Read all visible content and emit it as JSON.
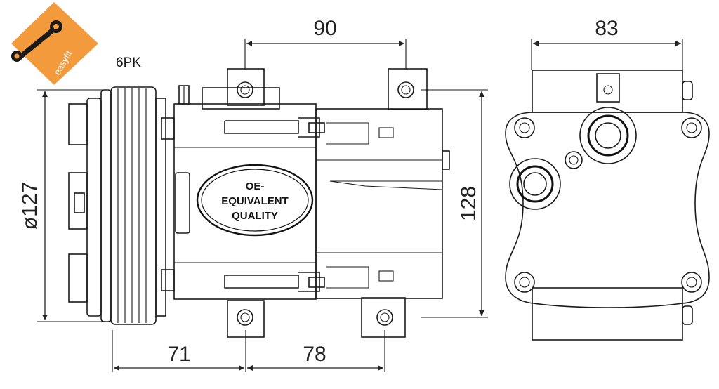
{
  "brand": {
    "logo_text": "easyfit",
    "logo_color": "#f39a3c"
  },
  "labels": {
    "belt_type": "6PK",
    "quality_line1": "OE-",
    "quality_line2": "EQUIVALENT",
    "quality_line3": "QUALITY"
  },
  "dimensions": {
    "top_bolt_spacing": "90",
    "rear_width": "83",
    "pulley_diameter": "ø127",
    "body_height": "128",
    "pulley_to_bolt": "71",
    "bottom_bolt_spacing": "78"
  }
}
